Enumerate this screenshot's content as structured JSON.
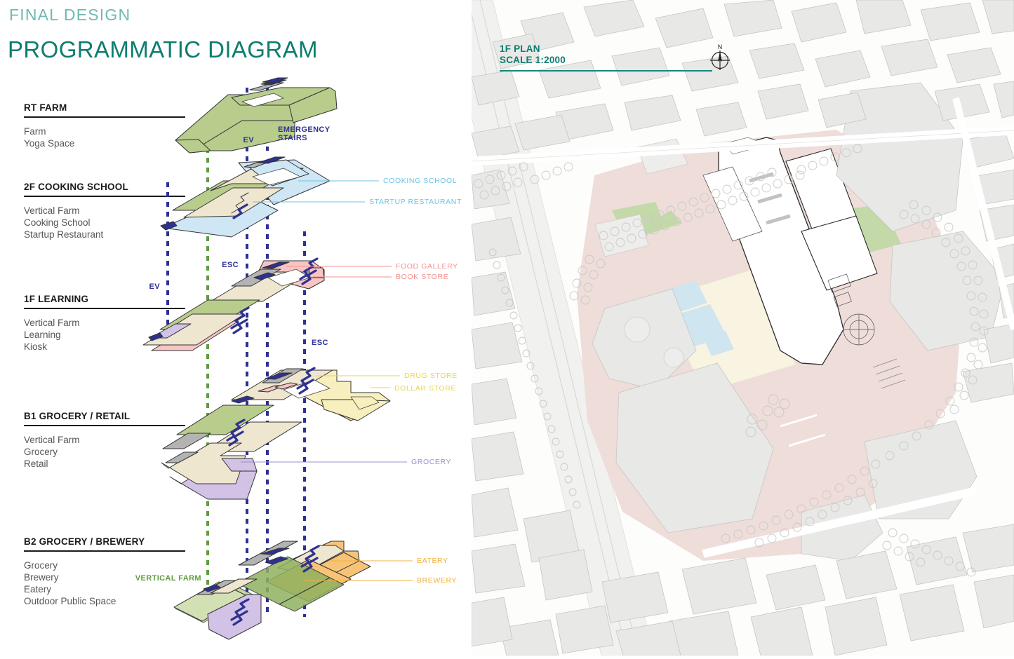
{
  "header": {
    "eyebrow": "FINAL DESIGN",
    "title": "PROGRAMMATIC DIAGRAM"
  },
  "legend": {
    "levels": [
      {
        "key": "rt-farm",
        "heading": "RT FARM",
        "items": [
          "Farm",
          "Yoga Space"
        ]
      },
      {
        "key": "2f-cooking-school",
        "heading": "2F COOKING SCHOOL",
        "items": [
          "Vertical Farm",
          "Cooking School",
          "Startup Restaurant"
        ]
      },
      {
        "key": "1f-learning",
        "heading": "1F LEARNING",
        "items": [
          "Vertical Farm",
          "Learning",
          "Kiosk"
        ]
      },
      {
        "key": "b1-grocery-retail",
        "heading": "B1 GROCERY / RETAIL",
        "items": [
          "Vertical Farm",
          "Grocery",
          "Retail"
        ]
      },
      {
        "key": "b2-grocery-brewery",
        "heading": "B2 GROCERY / BREWERY",
        "items": [
          "Grocery",
          "Brewery",
          "Eatery",
          "Outdoor Public Space"
        ]
      }
    ]
  },
  "diagram": {
    "circulation_labels": [
      {
        "key": "ev-top",
        "text": "EV",
        "color": "#2e3192"
      },
      {
        "key": "emergency-stairs",
        "text": "EMERGENCY STAIRS",
        "color": "#2e3192"
      },
      {
        "key": "esc-upper",
        "text": "ESC",
        "color": "#2e3192"
      },
      {
        "key": "ev-mid",
        "text": "EV",
        "color": "#2e3192"
      },
      {
        "key": "esc-lower",
        "text": "ESC",
        "color": "#2e3192"
      },
      {
        "key": "vertical-farm",
        "text": "VERTICAL FARM",
        "color": "#5e9d3e"
      }
    ],
    "callouts": [
      {
        "key": "cooking-school",
        "text": "COOKING SCHOOL",
        "color": "#6fc3e0"
      },
      {
        "key": "startup-restaurant",
        "text": "STARTUP RESTAURANT",
        "color": "#6fc3e0"
      },
      {
        "key": "food-gallery",
        "text": "FOOD GALLERY",
        "color": "#f4908f"
      },
      {
        "key": "book-store",
        "text": "BOOK STORE",
        "color": "#f4908f"
      },
      {
        "key": "drug-store",
        "text": "DRUG STORE",
        "color": "#e8d453"
      },
      {
        "key": "dollar-store",
        "text": "DOLLAR STORE",
        "color": "#e8d453"
      },
      {
        "key": "grocery",
        "text": "GROCERY",
        "color": "#9b8fd0"
      },
      {
        "key": "eatery",
        "text": "EATERY",
        "color": "#f2b03c"
      },
      {
        "key": "brewery",
        "text": "BREWERY",
        "color": "#f2b03c"
      }
    ],
    "colors": {
      "farm_green": "#b8cd8c",
      "farm_green_light": "#d3e0b3",
      "cooking_blue": "#cfe7f5",
      "learning_pink": "#f7c6c4",
      "retail_yellow": "#f7efbe",
      "grocery_purple": "#d2c2e6",
      "brewery_orange": "#f7c477",
      "corridor_beige": "#efe6d0",
      "core_navy": "#2e3192",
      "service_gray": "#b3b3b3",
      "outline": "#333333"
    }
  },
  "map": {
    "title_line_1": "1F PLAN",
    "title_line_2": "SCALE 1:2000",
    "compass_label": "N",
    "colors": {
      "accent": "#0d7d70",
      "site_pink": "#eeddd9",
      "building_gray": "#e6e6e6",
      "park_green": "#c3d9a8",
      "water_blue": "#cfe5ef",
      "plaza_cream": "#f7f1df",
      "background": "#fbfbfa"
    }
  }
}
